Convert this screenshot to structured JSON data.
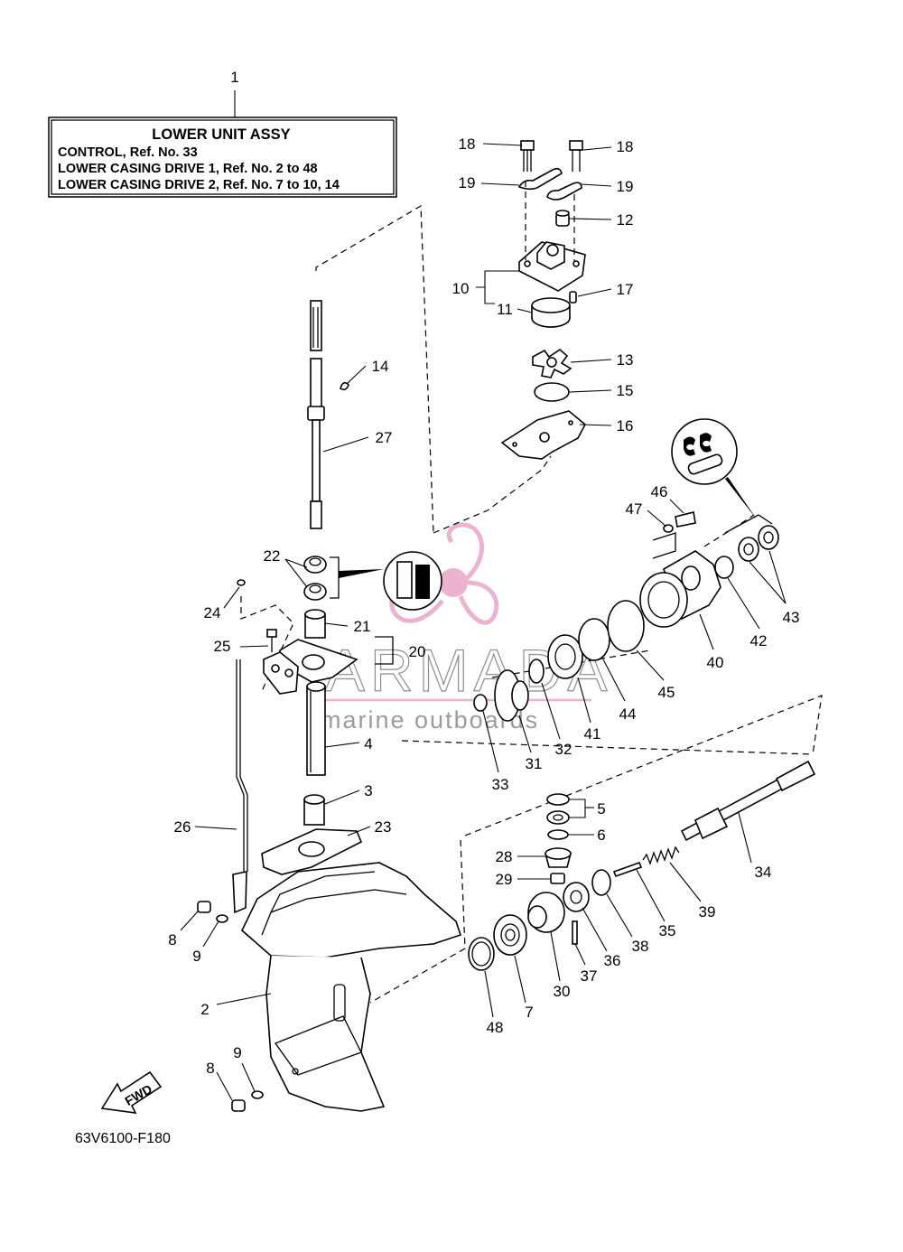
{
  "info_box": {
    "title": "LOWER UNIT ASSY",
    "lines": [
      "CONTROL,  Ref. No. 33",
      "LOWER CASING DRIVE 1,  Ref. No. 2 to 48",
      "LOWER CASING DRIVE 2,  Ref. No. 7 to 10, 14"
    ]
  },
  "diagram_code": "63V6100-F180",
  "fwd_label": "FWD",
  "watermark": {
    "brand": "ARMADA",
    "tagline": "marine outboards",
    "color": "#e8a6c8"
  },
  "callouts": [
    "1",
    "18",
    "18",
    "19",
    "19",
    "12",
    "10",
    "11",
    "17",
    "13",
    "15",
    "16",
    "14",
    "27",
    "46",
    "47",
    "43",
    "22",
    "24",
    "21",
    "20",
    "25",
    "42",
    "40",
    "45",
    "44",
    "41",
    "32",
    "31",
    "33",
    "4",
    "3",
    "5",
    "6",
    "34",
    "26",
    "23",
    "28",
    "29",
    "39",
    "35",
    "38",
    "36",
    "37",
    "30",
    "7",
    "48",
    "8",
    "9",
    "2",
    "9",
    "8"
  ]
}
